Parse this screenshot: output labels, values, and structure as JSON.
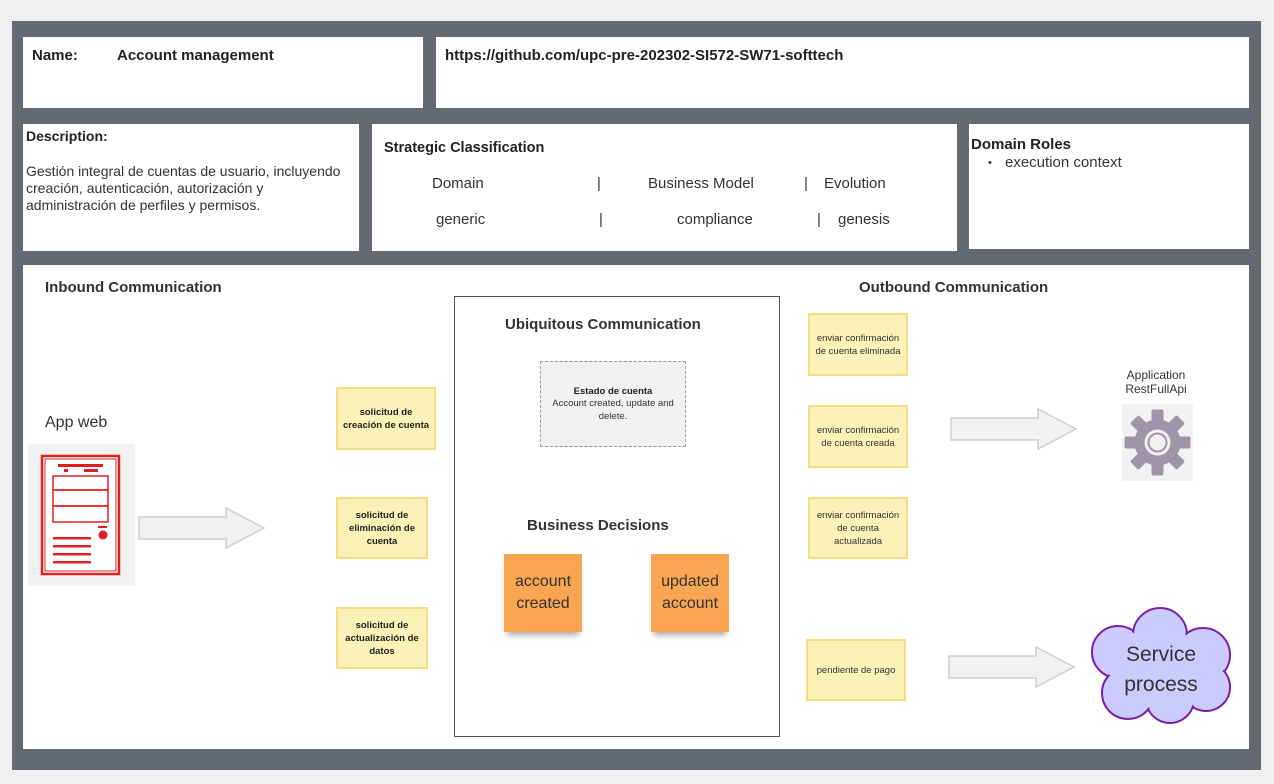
{
  "header": {
    "name_label": "Name:",
    "name_value": "Account management",
    "url": "https://github.com/upc-pre-202302-SI572-SW71-softtech"
  },
  "description": {
    "title": "Description:",
    "text": "Gestión integral de cuentas de usuario, incluyendo creación, autenticación, autorización y administración de perfiles y permisos."
  },
  "strategic": {
    "title": "Strategic Classification",
    "headers": [
      "Domain",
      "Business Model",
      "Evolution"
    ],
    "values": [
      "generic",
      "compliance",
      "genesis"
    ],
    "separator": "|"
  },
  "domain_roles": {
    "title": "Domain Roles",
    "items": [
      "execution context"
    ]
  },
  "inbound": {
    "title": "Inbound Communication",
    "actor": "App web",
    "actor_icon": "web-server-icon",
    "messages": [
      "solicitud de creación de cuenta",
      "solicitud de eliminación de cuenta",
      "solicitud de actualización de datos"
    ]
  },
  "ubiquitous": {
    "title": "Ubiquitous Communication",
    "term_title": "Estado de cuenta",
    "term_text": "Account created, update and delete.",
    "decisions_title": "Business Decisions",
    "decisions": [
      "account created",
      "updated account"
    ]
  },
  "outbound": {
    "title": "Outbound Communication",
    "messages": [
      "enviar confirmación de cuenta eliminada",
      "enviar confirmación de cuenta creada",
      "enviar confirmación de cuenta actualizada",
      "pendiente de pago"
    ],
    "app_label": "Application RestFullApi",
    "app_icon": "gear-icon",
    "service_label": "Service process"
  },
  "colors": {
    "frame": "#646a72",
    "sticky_yellow": "#fbf2b7",
    "sticky_orange": "#f9a552",
    "cloud_fill": "#cccbff",
    "cloud_stroke": "#7b1fa2",
    "server_red": "#e02020",
    "gear": "#a095a8"
  }
}
